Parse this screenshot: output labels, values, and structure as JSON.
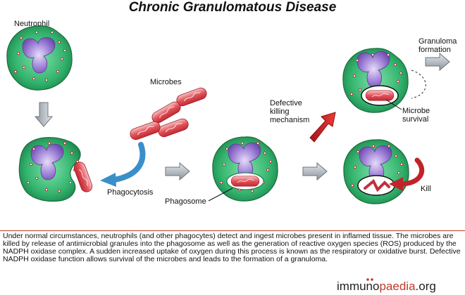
{
  "title": "Chronic Granulomatous Disease",
  "labels": {
    "neutrophil": "Neutrophil",
    "microbes": "Microbes",
    "phagocytosis": "Phagocytosis",
    "phagosome": "Phagosome",
    "defective_1": "Defective",
    "defective_2": "killing",
    "defective_3": "mechanism",
    "granuloma_1": "Granuloma",
    "granuloma_2": "formation",
    "survival_1": "Microbe",
    "survival_2": "survival",
    "kill": "Kill"
  },
  "caption": "Under normal circumstances, neutrophils (and other phagocytes) detect and ingest microbes present in inflamed tissue. The microbes are killed by release of antimicrobial granules into the phagosome as well as the generation of reactive oxygen species (ROS) produced by the NADPH oxidase complex.  A sudden increased uptake of oxygen during this process is known as the respiratory or oxidative burst. Defective NADPH oxidase function allows survival of the microbes and leads to the formation of a granuloma.",
  "brand": {
    "part1": "immuno",
    "part2": "paedia",
    "part3": ".org"
  },
  "colors": {
    "cell": "#2fb36b",
    "cell_edge": "#1d7a45",
    "nucleus": "#8c63c9",
    "microbe": "#e05055",
    "arrow_gray": "#9aa3ab",
    "arrow_blue": "#3a8fc9",
    "arrow_red": "#d6201f"
  }
}
